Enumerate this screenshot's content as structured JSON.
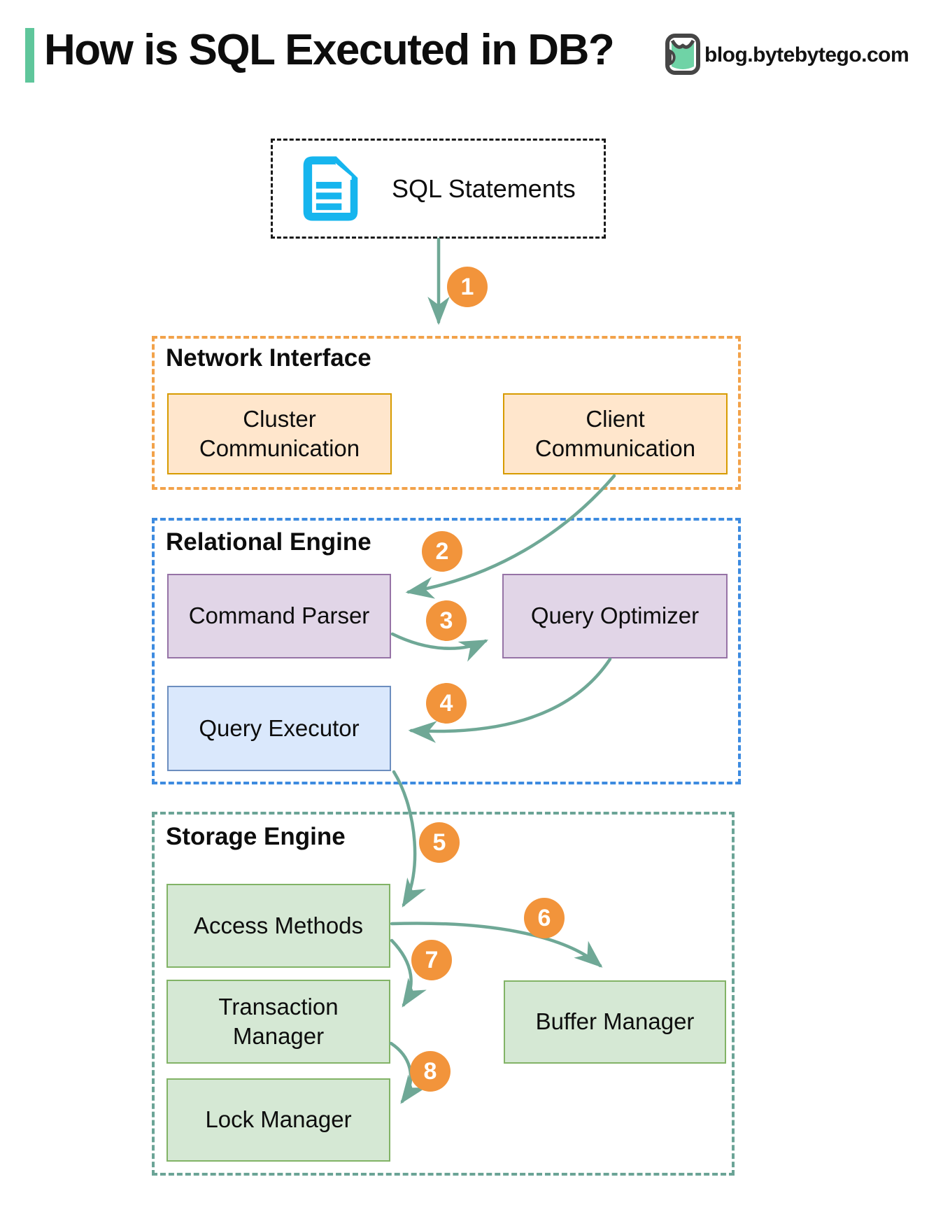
{
  "header": {
    "title": "How is SQL Executed in DB?",
    "site": "blog.bytebytego.com"
  },
  "source_box": {
    "label": "SQL Statements",
    "icon": "document-icon"
  },
  "sections": [
    {
      "label": "Network Interface",
      "boxes": [
        {
          "label": "Cluster Communication"
        },
        {
          "label": "Client Communication"
        }
      ]
    },
    {
      "label": "Relational Engine",
      "boxes": [
        {
          "label": "Command Parser"
        },
        {
          "label": "Query Optimizer"
        },
        {
          "label": "Query Executor"
        }
      ]
    },
    {
      "label": "Storage Engine",
      "boxes": [
        {
          "label": "Access Methods"
        },
        {
          "label": "Transaction Manager"
        },
        {
          "label": "Buffer Manager"
        },
        {
          "label": "Lock Manager"
        }
      ]
    }
  ],
  "steps": [
    "1",
    "2",
    "3",
    "4",
    "5",
    "6",
    "7",
    "8"
  ],
  "flow": [
    {
      "step": "1",
      "from": "SQL Statements",
      "to": "Network Interface"
    },
    {
      "step": "2",
      "from": "Client Communication",
      "to": "Command Parser"
    },
    {
      "step": "3",
      "from": "Command Parser",
      "to": "Query Optimizer"
    },
    {
      "step": "4",
      "from": "Query Optimizer",
      "to": "Query Executor"
    },
    {
      "step": "5",
      "from": "Query Executor",
      "to": "Access Methods"
    },
    {
      "step": "6",
      "from": "Access Methods",
      "to": "Buffer Manager"
    },
    {
      "step": "7",
      "from": "Access Methods",
      "to": "Transaction Manager"
    },
    {
      "step": "8",
      "from": "Transaction Manager",
      "to": "Lock Manager"
    }
  ],
  "colors": {
    "accent_green": "#5FC69B",
    "arrow_teal": "#6FA896",
    "step_orange": "#F2943B",
    "network_border": "#F2A24A",
    "relational_border": "#3D8BE0",
    "storage_border": "#6BA496",
    "comm_fill": "#FFE6CC",
    "comm_border": "#D79B00",
    "parser_fill": "#E1D5E7",
    "parser_border": "#9673A6",
    "executor_fill": "#DAE8FC",
    "executor_border": "#6C8EBF",
    "storage_fill": "#D5E8D4",
    "storage_border_box": "#82B366",
    "doc_icon_cyan": "#16B5EE"
  }
}
